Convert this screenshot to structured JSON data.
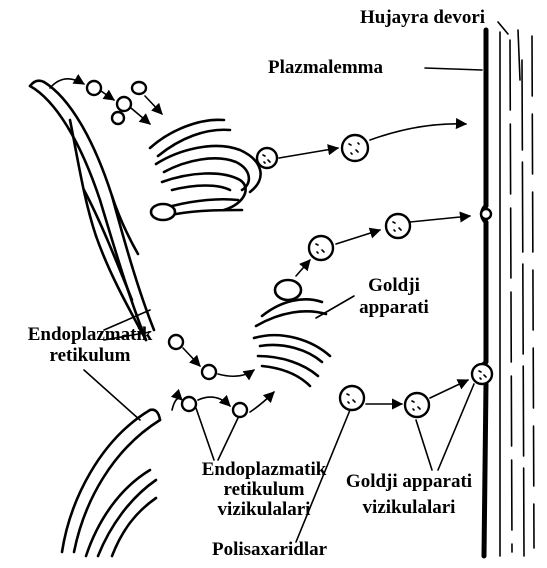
{
  "labels": {
    "cell_wall": "Hujayra devori",
    "plasmalemma": "Plazmalemma",
    "golgi_line1": "Goldji",
    "golgi_line2": "apparati",
    "er_line1": "Endoplazmatik",
    "er_line2": "retikulum",
    "er_ves_line1": "Endoplazmatik",
    "er_ves_line2": "retikulum",
    "er_ves_line3": "vizikulalari",
    "golgi_ves_line1": "Goldji apparati",
    "golgi_ves_line2": "vizikulalari",
    "polysaccharides": "Polisaxaridlar"
  }
}
